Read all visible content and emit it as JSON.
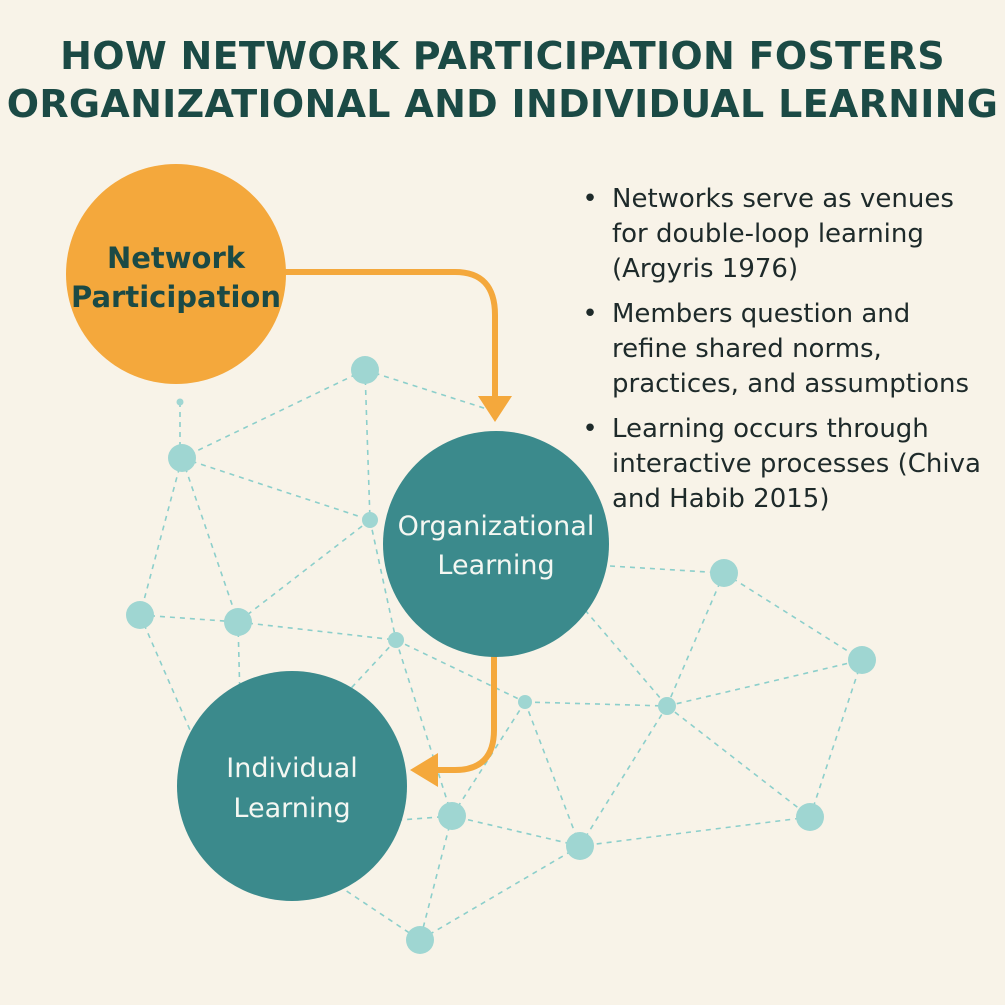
{
  "title": {
    "line1": "HOW NETWORK PARTICIPATION FOSTERS",
    "line2": "ORGANIZATIONAL AND INDIVIDUAL LEARNING"
  },
  "circles": {
    "network_participation": {
      "line1": "Network",
      "line2": "Participation",
      "color": "#f4a83c"
    },
    "organizational_learning": {
      "line1": "Organizational",
      "line2": "Learning",
      "color": "#3b8a8c"
    },
    "individual_learning": {
      "line1": "Individual",
      "line2": "Learning",
      "color": "#3b8a8c"
    }
  },
  "bullets": [
    {
      "text": "Networks serve as venues for double-loop learning (Argyris 1976)"
    },
    {
      "text": "Members question and refine shared norms, practices, and assumptions"
    },
    {
      "text": "Learning occurs through interactive processes (Chiva and Habib 2015)"
    }
  ],
  "colors": {
    "background": "#f8f3e8",
    "title": "#1b4a45",
    "network_node": "#9fd6d2",
    "arrow": "#f4a83c"
  }
}
